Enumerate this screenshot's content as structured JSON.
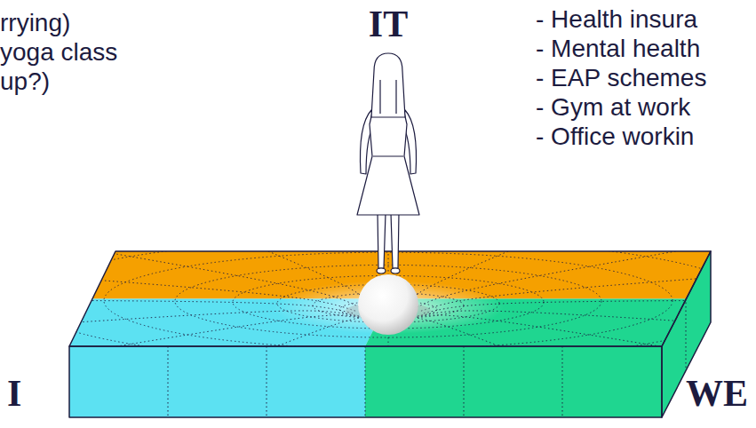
{
  "diagram": {
    "labels": [
      "rrying)",
      "yoga class",
      "up?)",
      "IT",
      "- Health insura",
      "- Mental health",
      "- EAP schemes",
      "- Gym at work",
      "- Office workin",
      "I",
      "WE"
    ]
  }
}
